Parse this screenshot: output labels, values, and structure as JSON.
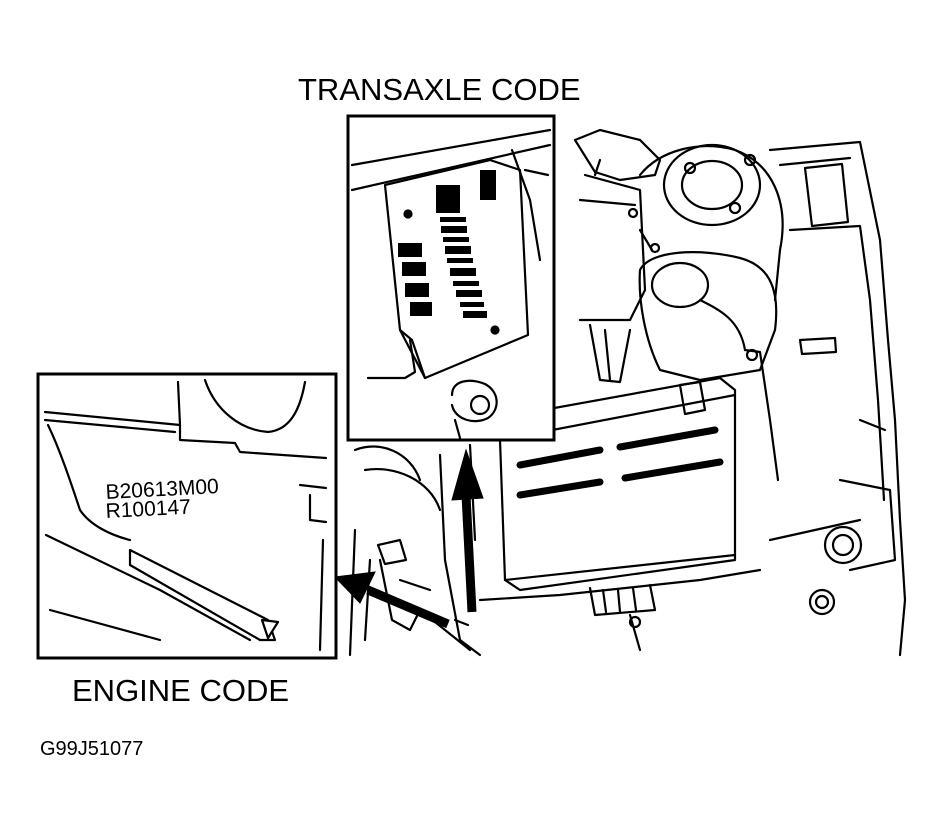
{
  "labels": {
    "transaxle_code": "TRANSAXLE CODE",
    "engine_code": "ENGINE CODE",
    "figure_id": "G99J51077"
  },
  "engine_plate": {
    "line1": "B20613M00",
    "line2": "R100147"
  },
  "colors": {
    "ink": "#000000",
    "paper": "#ffffff"
  }
}
